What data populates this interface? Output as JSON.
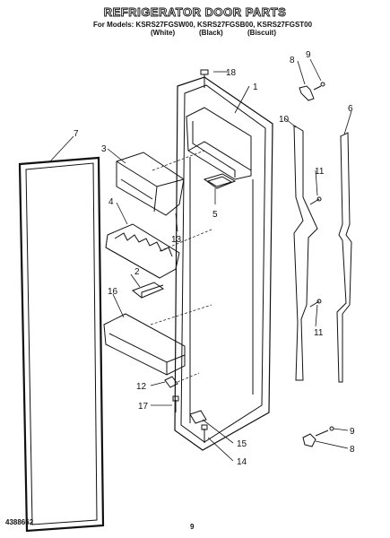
{
  "header": {
    "title": "REFRIGERATOR DOOR PARTS",
    "models_line": "For Models: KSRS27FGSW00, KSRS27FGSB00, KSRS27FGST00",
    "variants": [
      "(White)",
      "(Black)",
      "(Biscuit)"
    ]
  },
  "callouts": [
    "1",
    "2",
    "3",
    "4",
    "5",
    "6",
    "7",
    "8",
    "9",
    "10",
    "11",
    "11",
    "12",
    "13",
    "14",
    "15",
    "16",
    "17",
    "18",
    "9",
    "8"
  ],
  "footer": {
    "part_number": "4388662",
    "page_number": "9"
  }
}
